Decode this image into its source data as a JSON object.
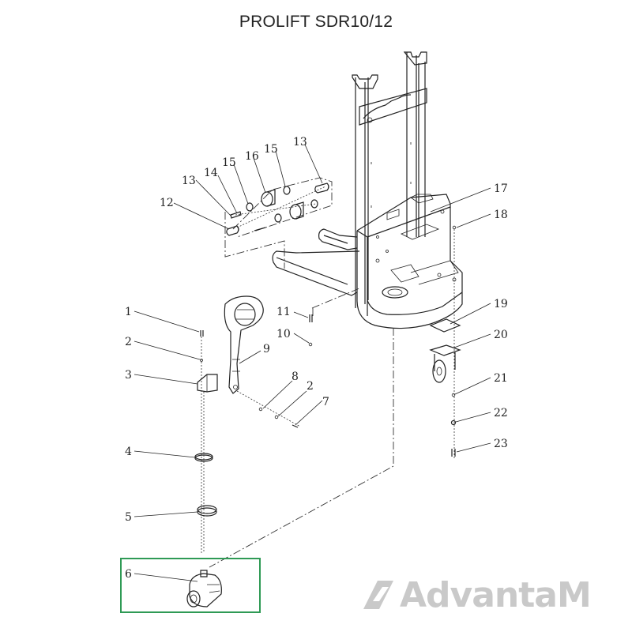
{
  "title": "PROLIFT SDR10/12",
  "callouts": [
    {
      "id": "1",
      "text": "1"
    },
    {
      "id": "2a",
      "text": "2"
    },
    {
      "id": "3",
      "text": "3"
    },
    {
      "id": "4",
      "text": "4"
    },
    {
      "id": "5",
      "text": "5"
    },
    {
      "id": "6",
      "text": "6"
    },
    {
      "id": "7",
      "text": "7"
    },
    {
      "id": "8",
      "text": "8"
    },
    {
      "id": "2b",
      "text": "2"
    },
    {
      "id": "9",
      "text": "9"
    },
    {
      "id": "10",
      "text": "10"
    },
    {
      "id": "11",
      "text": "11"
    },
    {
      "id": "12",
      "text": "12"
    },
    {
      "id": "13a",
      "text": "13"
    },
    {
      "id": "14",
      "text": "14"
    },
    {
      "id": "15a",
      "text": "15"
    },
    {
      "id": "16",
      "text": "16"
    },
    {
      "id": "15b",
      "text": "15"
    },
    {
      "id": "13b",
      "text": "13"
    },
    {
      "id": "17",
      "text": "17"
    },
    {
      "id": "18",
      "text": "18"
    },
    {
      "id": "19",
      "text": "19"
    },
    {
      "id": "20",
      "text": "20"
    },
    {
      "id": "21",
      "text": "21"
    },
    {
      "id": "22",
      "text": "22"
    },
    {
      "id": "23",
      "text": "23"
    }
  ],
  "highlight": {
    "label": "6",
    "color": "#2f9a55"
  },
  "watermark": {
    "text": "AdvantaM",
    "color": "#c9c9c9",
    "logo_icon": "advantam-logo-icon"
  }
}
